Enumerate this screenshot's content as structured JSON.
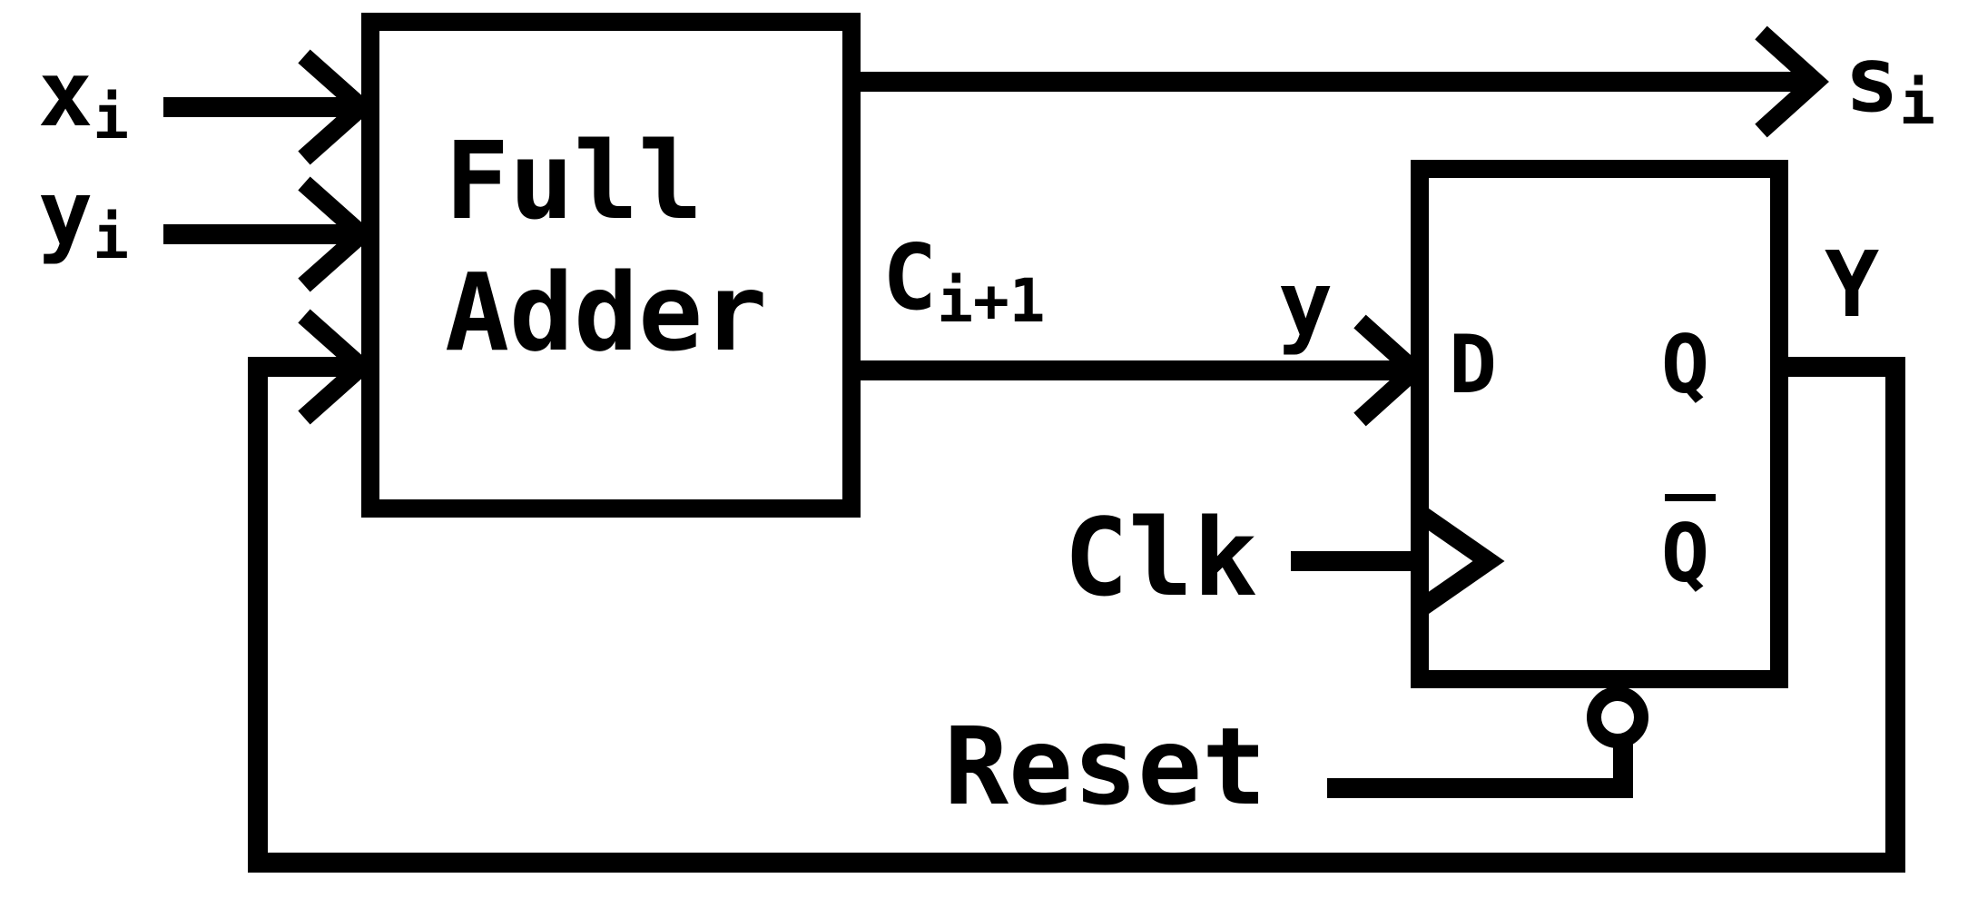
{
  "full_adder": {
    "line1": "Full",
    "line2": "Adder"
  },
  "inputs": {
    "x": {
      "base": "x",
      "sub": "i"
    },
    "y": {
      "base": "y",
      "sub": "i"
    }
  },
  "outputs": {
    "s": {
      "base": "s",
      "sub": "i"
    },
    "carry": {
      "base": "C",
      "sub": "i+1"
    }
  },
  "flip_flop": {
    "d_pin": "D",
    "q_pin": "Q",
    "qbar_pin": "Q"
  },
  "signals": {
    "y_state": "y",
    "Y_state": "Y",
    "clock": "Clk",
    "reset": "Reset"
  }
}
